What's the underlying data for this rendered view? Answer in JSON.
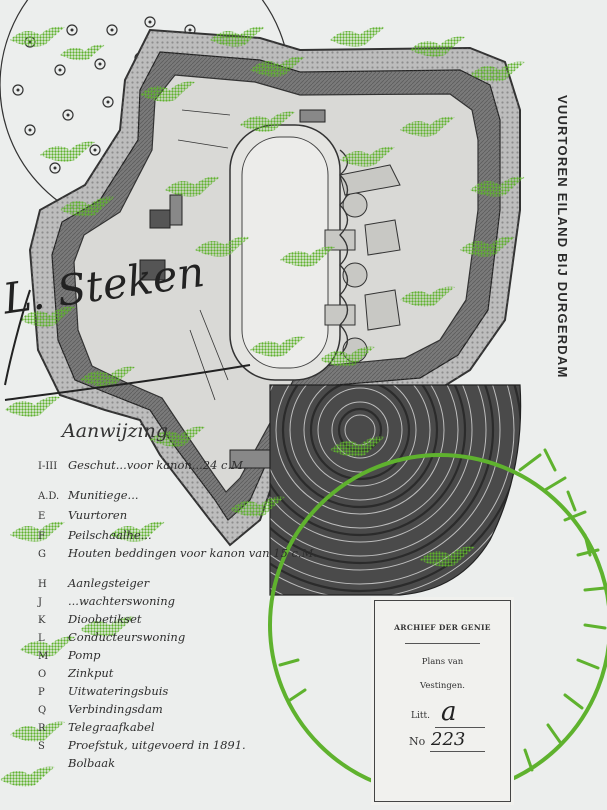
{
  "poster": {
    "title": "VUURTOREN EILAND BIJ DURGERDAM",
    "signature": "L. Steken",
    "colors": {
      "paper": "#eceeed",
      "ink": "#2b2b2b",
      "green": "#5fb22e"
    }
  },
  "legend": {
    "title": "Aanwijzing",
    "items": [
      {
        "key": "I-III",
        "text": "Geschut...voor kanon...24 c.M."
      },
      {
        "key": "A.D.",
        "text": "Munitiege..."
      },
      {
        "key": "E",
        "text": "Vuurtoren"
      },
      {
        "key": "F",
        "text": "Peilschaalhe..."
      },
      {
        "key": "G",
        "text": "Houten beddingen voor kanon van 15 c.M."
      },
      {
        "key": "H",
        "text": "Aanlegsteiger"
      },
      {
        "key": "J",
        "text": "...wachterswoning"
      },
      {
        "key": "K",
        "text": "Dioobetikset"
      },
      {
        "key": "L",
        "text": "Conducteurswoning"
      },
      {
        "key": "M",
        "text": "Pomp"
      },
      {
        "key": "O",
        "text": "Zinkput"
      },
      {
        "key": "P",
        "text": "Uitwateringsbuis"
      },
      {
        "key": "Q",
        "text": "Verbindingsdam"
      },
      {
        "key": "R",
        "text": "Telegraafkabel"
      },
      {
        "key": "S",
        "text": "Proefstuk, uitgevoerd in 1891."
      },
      {
        "key": "",
        "text": "Bolbaak"
      }
    ]
  },
  "archive_card": {
    "header": "ARCHIEF DER GENIE",
    "line1": "Plans van",
    "line2": "Vestingen.",
    "litt_label": "Litt.",
    "litt_value": "a",
    "number_label": "No",
    "number_value": "223"
  }
}
